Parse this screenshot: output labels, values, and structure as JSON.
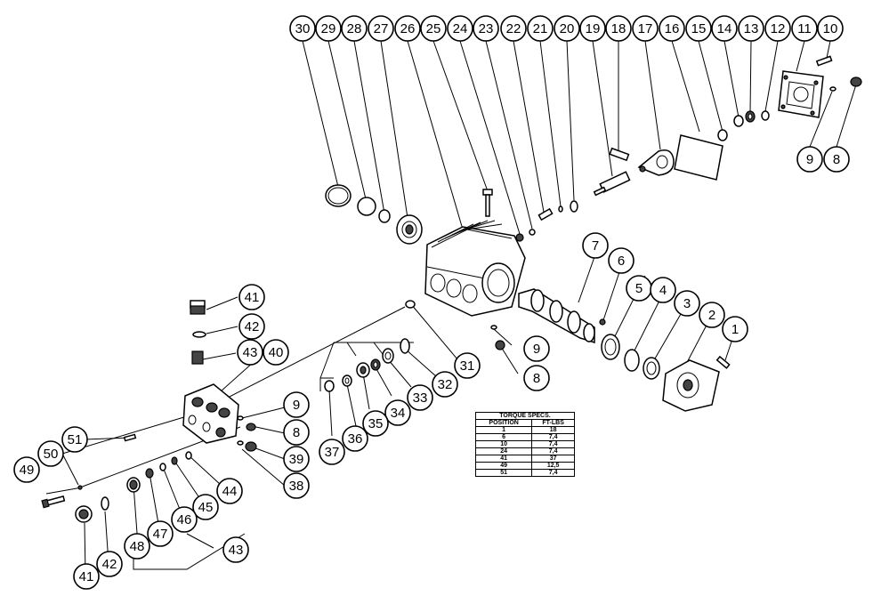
{
  "callouts": [
    {
      "label": "30"
    },
    {
      "label": "29"
    },
    {
      "label": "28"
    },
    {
      "label": "27"
    },
    {
      "label": "26"
    },
    {
      "label": "25"
    },
    {
      "label": "24"
    },
    {
      "label": "23"
    },
    {
      "label": "22"
    },
    {
      "label": "21"
    },
    {
      "label": "20"
    },
    {
      "label": "19"
    },
    {
      "label": "18"
    },
    {
      "label": "17"
    },
    {
      "label": "16"
    },
    {
      "label": "15"
    },
    {
      "label": "14"
    },
    {
      "label": "13"
    },
    {
      "label": "12"
    },
    {
      "label": "11"
    },
    {
      "label": "10"
    },
    {
      "label": "9"
    },
    {
      "label": "8"
    },
    {
      "label": "7"
    },
    {
      "label": "6"
    },
    {
      "label": "5"
    },
    {
      "label": "4"
    },
    {
      "label": "3"
    },
    {
      "label": "2"
    },
    {
      "label": "1"
    },
    {
      "label": "9"
    },
    {
      "label": "8"
    },
    {
      "label": "41"
    },
    {
      "label": "42"
    },
    {
      "label": "43"
    },
    {
      "label": "40"
    },
    {
      "label": "31"
    },
    {
      "label": "32"
    },
    {
      "label": "33"
    },
    {
      "label": "34"
    },
    {
      "label": "35"
    },
    {
      "label": "36"
    },
    {
      "label": "37"
    },
    {
      "label": "9"
    },
    {
      "label": "8"
    },
    {
      "label": "39"
    },
    {
      "label": "38"
    },
    {
      "label": "51"
    },
    {
      "label": "50"
    },
    {
      "label": "49"
    },
    {
      "label": "44"
    },
    {
      "label": "45"
    },
    {
      "label": "46"
    },
    {
      "label": "47"
    },
    {
      "label": "48"
    },
    {
      "label": "43"
    },
    {
      "label": "41"
    },
    {
      "label": "42"
    }
  ],
  "torque_table": {
    "title": "TORQUE SPECS.",
    "headers": [
      "POSITION",
      "FT-LBS"
    ],
    "rows": [
      [
        "1",
        "18"
      ],
      [
        "6",
        "7,4"
      ],
      [
        "10",
        "7,4"
      ],
      [
        "24",
        "7,4"
      ],
      [
        "41",
        "37"
      ],
      [
        "49",
        "12,5"
      ],
      [
        "51",
        "7,4"
      ]
    ]
  }
}
